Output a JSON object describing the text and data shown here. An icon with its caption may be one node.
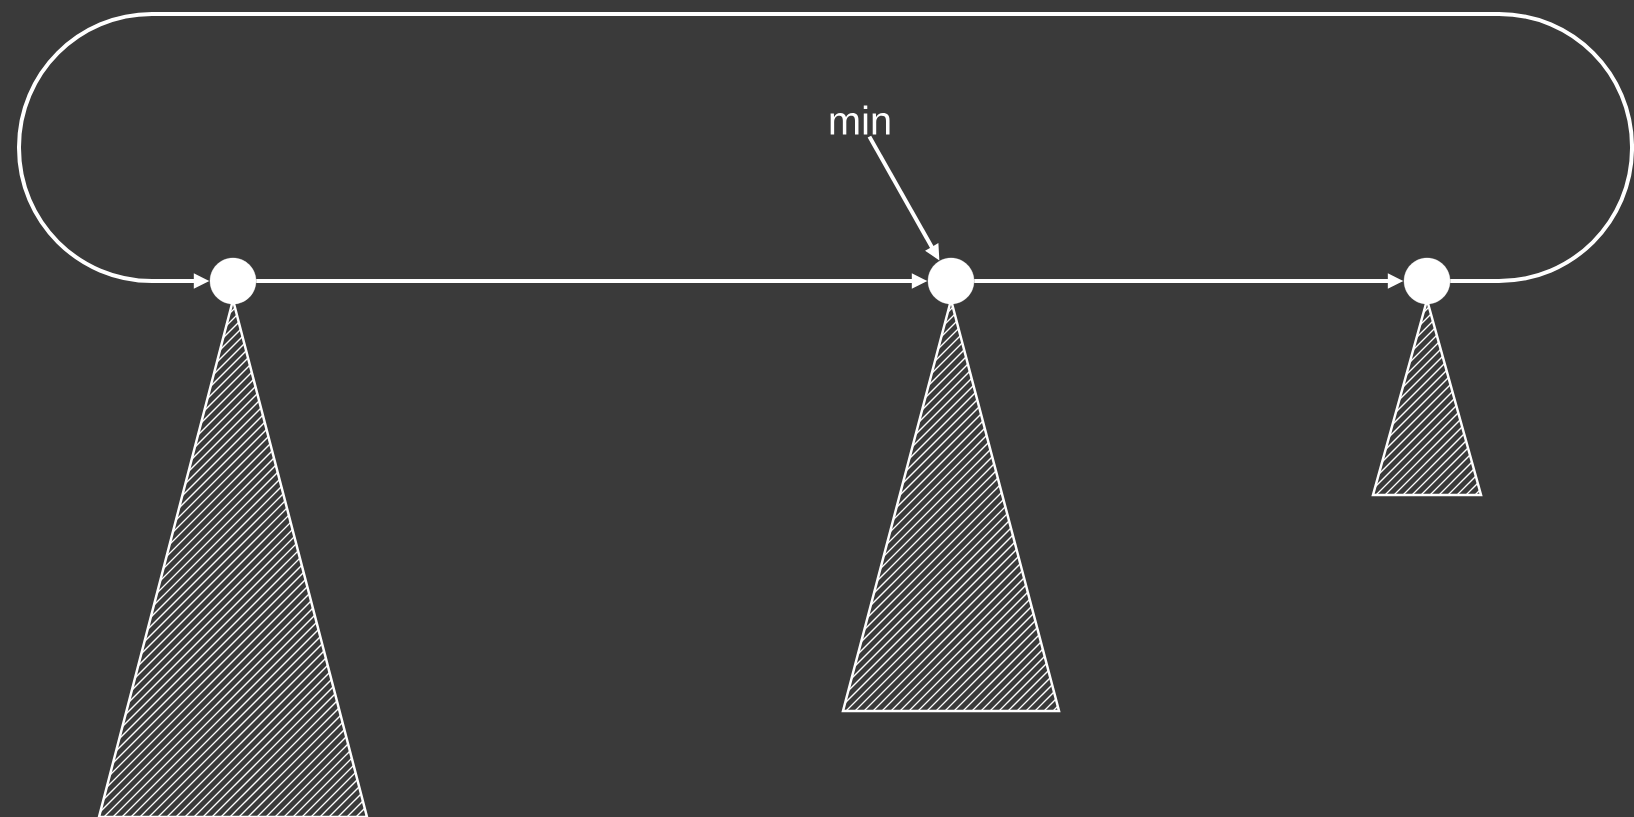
{
  "diagram": {
    "nodes": [
      {
        "text": [],
        "shape": "circle"
      },
      {
        "text": [],
        "shape": "circle"
      },
      {
        "text": [],
        "shape": "circle"
      },
      {
        "text": [],
        "shape": "triangle"
      },
      {
        "text": [],
        "shape": "triangle"
      },
      {
        "text": [],
        "shape": "triangle"
      },
      {
        "text": [
          "min"
        ]
      }
    ],
    "edges": [
      {
        "from": 0,
        "to": 1,
        "arrow": "to"
      },
      {
        "from": 1,
        "to": 2,
        "arrow": "to"
      },
      {
        "from": 2,
        "to": 0,
        "arrow": "to"
      },
      {
        "from": 6,
        "to": 1,
        "arrow": "to"
      }
    ]
  }
}
